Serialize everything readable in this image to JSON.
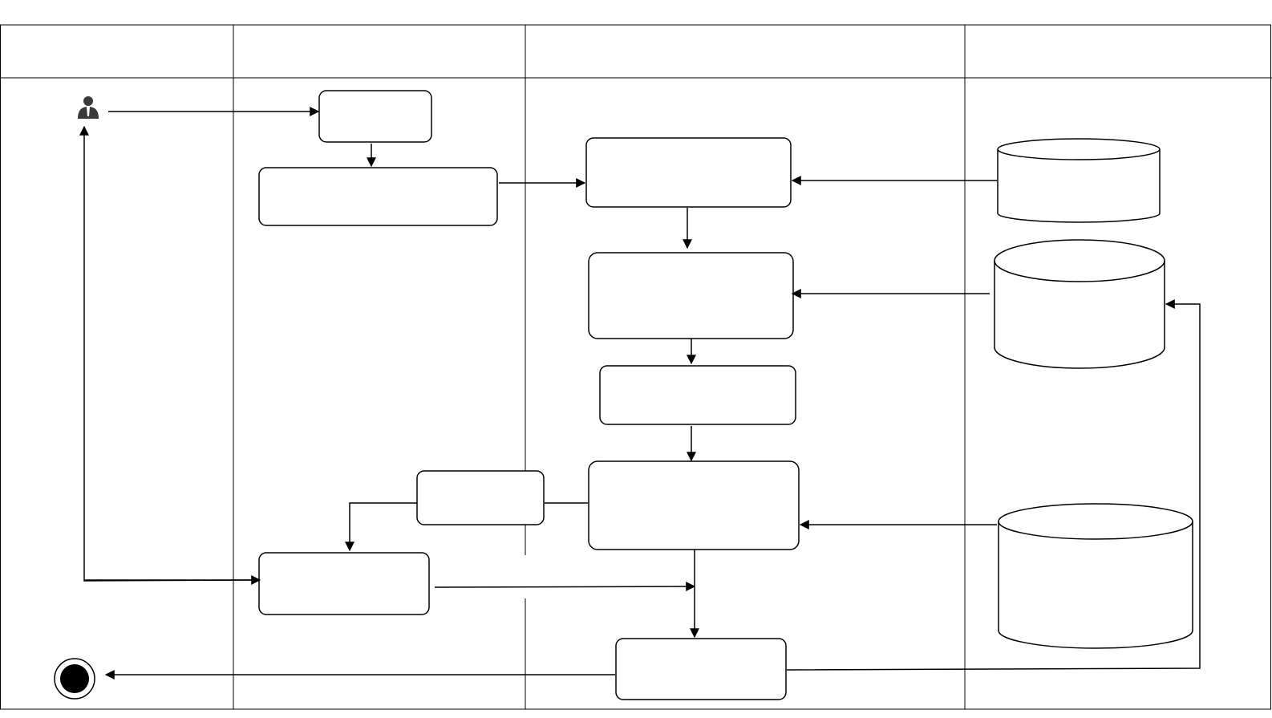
{
  "diagram": {
    "type": "swimlane-activity",
    "colors": {
      "stroke": "#000000",
      "background": "#ffffff",
      "actor": "#3a3a3a"
    },
    "lanes": [
      {
        "id": "lane-1",
        "label": ""
      },
      {
        "id": "lane-2",
        "label": ""
      },
      {
        "id": "lane-3",
        "label": ""
      },
      {
        "id": "lane-4",
        "label": ""
      }
    ],
    "actor": {
      "icon": "user-icon",
      "label": ""
    },
    "end": {
      "icon": "end-node-icon",
      "label": ""
    },
    "activities": [
      {
        "id": "act-1",
        "label": ""
      },
      {
        "id": "act-2",
        "label": ""
      },
      {
        "id": "act-3",
        "label": ""
      },
      {
        "id": "act-4",
        "label": ""
      },
      {
        "id": "act-5",
        "label": ""
      },
      {
        "id": "act-6",
        "label": ""
      },
      {
        "id": "act-7",
        "label": ""
      },
      {
        "id": "act-8",
        "label": ""
      },
      {
        "id": "act-9",
        "label": ""
      }
    ],
    "datastores": [
      {
        "id": "db-1",
        "label": ""
      },
      {
        "id": "db-2",
        "label": ""
      },
      {
        "id": "db-3",
        "label": ""
      }
    ]
  }
}
